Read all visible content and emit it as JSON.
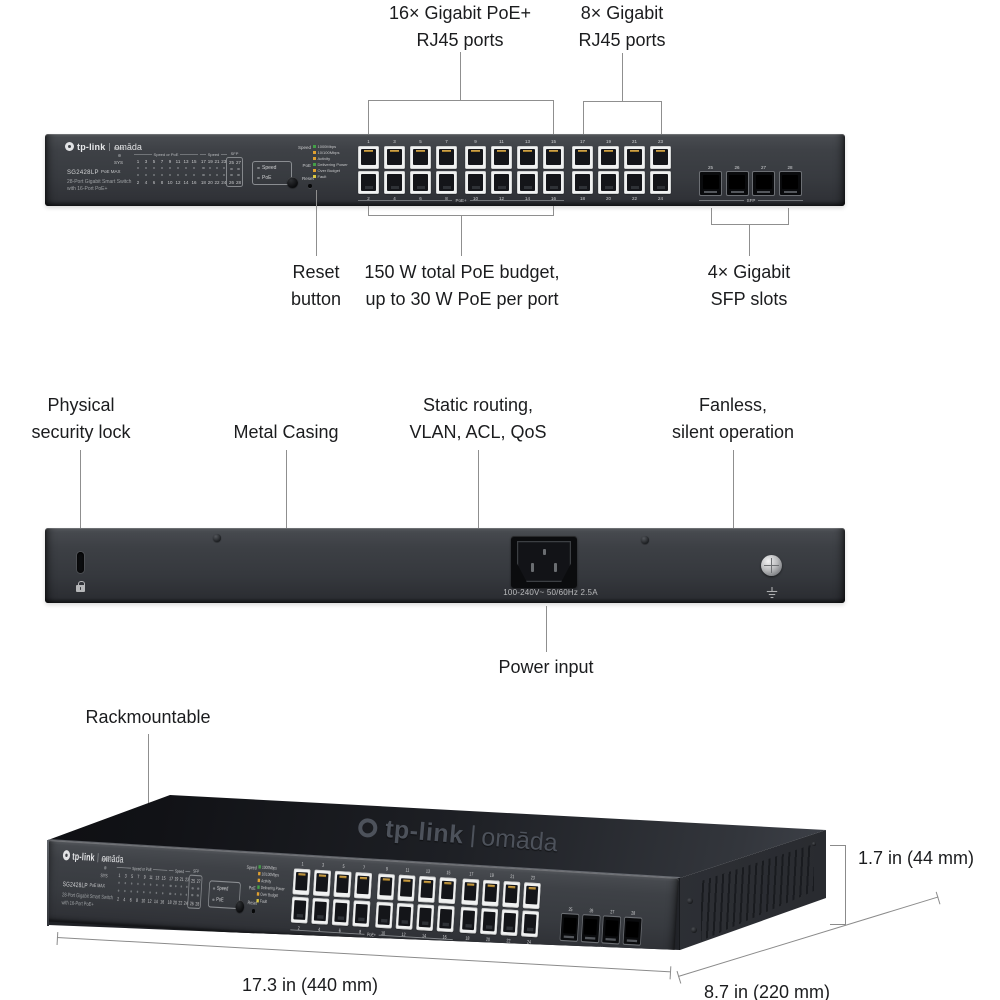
{
  "annotations": {
    "ports16_l1": "16× Gigabit PoE+",
    "ports16_l2": "RJ45 ports",
    "ports8_l1": "8× Gigabit",
    "ports8_l2": "RJ45 ports",
    "reset_l1": "Reset",
    "reset_l2": "button",
    "poe_l1": "150 W total PoE budget,",
    "poe_l2": "up to 30 W PoE per port",
    "sfp_l1": "4× Gigabit",
    "sfp_l2": "SFP slots",
    "lock_l1": "Physical",
    "lock_l2": "security lock",
    "casing": "Metal Casing",
    "routing_l1": "Static routing,",
    "routing_l2": "VLAN, ACL, QoS",
    "fanless_l1": "Fanless,",
    "fanless_l2": "silent operation",
    "power": "Power input",
    "rack": "Rackmountable",
    "dim_height": "1.7 in (44 mm)",
    "dim_width": "17.3 in (440 mm)",
    "dim_depth": "8.7 in (220 mm)"
  },
  "front_view": {
    "brand_tplink": "tp-link",
    "brand_omada": "omāda",
    "model": "SG2428LP",
    "desc_l1": "28-Port Gigabit Smart Switch",
    "desc_l2": "with 16-Port PoE+",
    "led": {
      "pwr": "PWR",
      "sys": "SYS",
      "poe_max": "PoE MAX",
      "group_a": "Speed or PoE",
      "group_b": "Speed",
      "group_sfp": "SFP",
      "a_top": [
        "1",
        "3",
        "5",
        "7",
        "9",
        "11",
        "13",
        "15"
      ],
      "a_bot": [
        "2",
        "4",
        "6",
        "8",
        "10",
        "12",
        "14",
        "16"
      ],
      "b_top": [
        "17",
        "19",
        "21",
        "23"
      ],
      "b_bot": [
        "18",
        "20",
        "22",
        "24"
      ],
      "sfp_top": [
        "25",
        "27"
      ],
      "sfp_bot": [
        "26",
        "28"
      ]
    },
    "mode": {
      "speed": "Speed",
      "poe": "PoE"
    },
    "reset": "Reset",
    "legend": {
      "speed_title": "Speed",
      "speed_items": [
        {
          "color": "#43a047",
          "label": "1000Mbps"
        },
        {
          "color": "#e0a030",
          "label": "10/100Mbps"
        },
        {
          "color": "#e0a030",
          "label": "Activity"
        }
      ],
      "poe_title": "PoE",
      "poe_items": [
        {
          "color": "#43a047",
          "label": "Delivering Power"
        },
        {
          "color": "#e0a030",
          "label": "Over Budget"
        },
        {
          "color": "#ddc93f",
          "label": "Fault"
        }
      ]
    },
    "port_groups": [
      {
        "top": [
          "1",
          "3",
          "5",
          "7"
        ],
        "bot": [
          "2",
          "4",
          "6",
          "8"
        ]
      },
      {
        "top": [
          "9",
          "11",
          "13",
          "15"
        ],
        "bot": [
          "10",
          "12",
          "14",
          "16"
        ]
      },
      {
        "top": [
          "17",
          "19",
          "21",
          "23"
        ],
        "bot": [
          "18",
          "20",
          "22",
          "24"
        ]
      }
    ],
    "poe_bracket": "PoE+",
    "sfp_ports": [
      "25",
      "26",
      "27",
      "28"
    ],
    "sfp_bracket": "SFP"
  },
  "back_view": {
    "voltage": "100-240V~ 50/60Hz 2.5A"
  },
  "colors": {
    "body": "#3a3d42",
    "led_green": "#43a047",
    "led_amber": "#e0a030",
    "led_yellow": "#ddc93f"
  }
}
